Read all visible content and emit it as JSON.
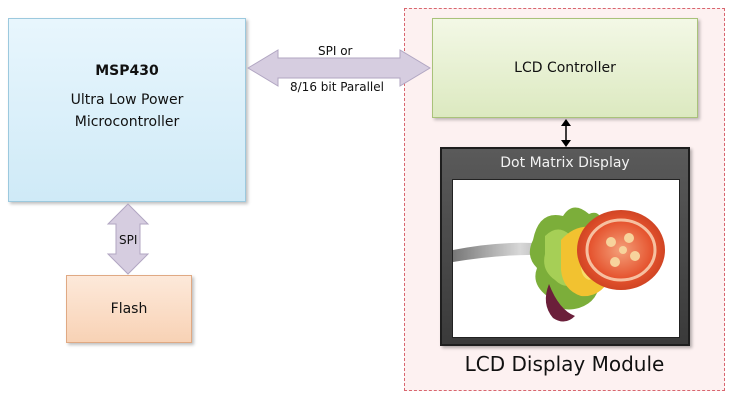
{
  "diagram": {
    "mcu": {
      "title": "MSP430",
      "line1": "Ultra Low Power",
      "line2": "Microcontroller"
    },
    "flash": {
      "label": "Flash"
    },
    "link_mcu_lcd": {
      "line1": "SPI or",
      "line2": "8/16 bit Parallel"
    },
    "link_mcu_flash": {
      "label": "SPI"
    },
    "lcd_controller": {
      "label": "LCD Controller"
    },
    "dot_matrix": {
      "title": "Dot Matrix Display"
    },
    "module": {
      "label": "LCD Display Module"
    }
  },
  "colors": {
    "mcu_fill": "#cfeaf7",
    "flash_fill": "#f8d2b5",
    "lcd_controller_fill": "#dce9c0",
    "module_border": "#d9666f",
    "arrow_fill": "#d6cde0"
  },
  "image": {
    "depicts": "fork with salad and tomato"
  }
}
